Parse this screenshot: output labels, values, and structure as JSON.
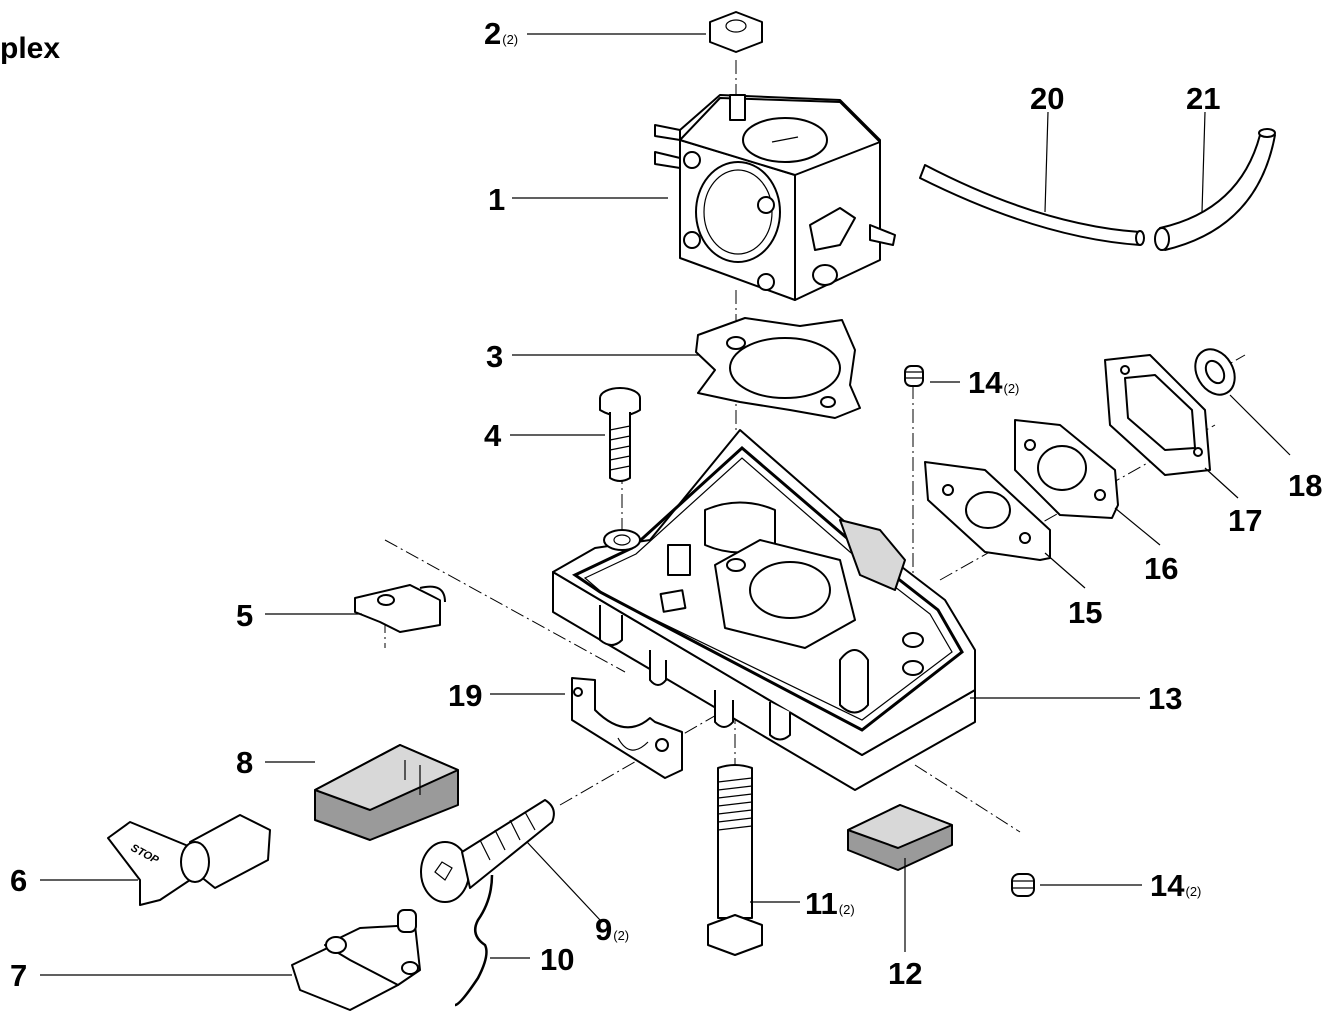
{
  "title": "plex",
  "labels": [
    {
      "id": "1",
      "number": "1",
      "qty": ""
    },
    {
      "id": "2",
      "number": "2",
      "qty": "(2)"
    },
    {
      "id": "3",
      "number": "3",
      "qty": ""
    },
    {
      "id": "4",
      "number": "4",
      "qty": ""
    },
    {
      "id": "5",
      "number": "5",
      "qty": ""
    },
    {
      "id": "6",
      "number": "6",
      "qty": ""
    },
    {
      "id": "7",
      "number": "7",
      "qty": ""
    },
    {
      "id": "8",
      "number": "8",
      "qty": ""
    },
    {
      "id": "9",
      "number": "9",
      "qty": "(2)"
    },
    {
      "id": "10",
      "number": "10",
      "qty": ""
    },
    {
      "id": "11",
      "number": "11",
      "qty": "(2)"
    },
    {
      "id": "12",
      "number": "12",
      "qty": ""
    },
    {
      "id": "13",
      "number": "13",
      "qty": ""
    },
    {
      "id": "14a",
      "number": "14",
      "qty": "(2)"
    },
    {
      "id": "14b",
      "number": "14",
      "qty": "(2)"
    },
    {
      "id": "15",
      "number": "15",
      "qty": ""
    },
    {
      "id": "16",
      "number": "16",
      "qty": ""
    },
    {
      "id": "17",
      "number": "17",
      "qty": ""
    },
    {
      "id": "18",
      "number": "18",
      "qty": ""
    },
    {
      "id": "19",
      "number": "19",
      "qty": ""
    },
    {
      "id": "20",
      "number": "20",
      "qty": ""
    },
    {
      "id": "21",
      "number": "21",
      "qty": ""
    }
  ],
  "markings": {
    "stop_text": "STOP"
  }
}
